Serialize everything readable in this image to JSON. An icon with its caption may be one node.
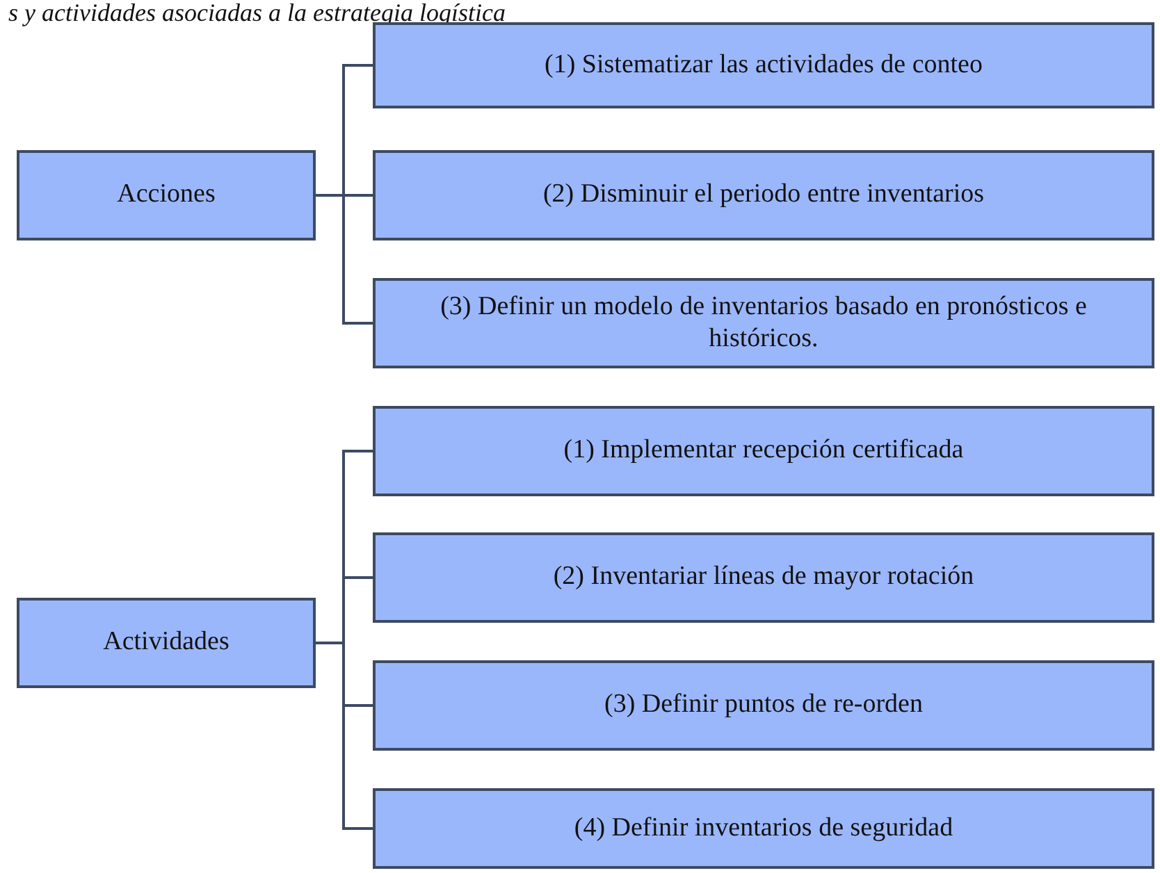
{
  "diagram": {
    "title": "s y actividades asociadas a la estrategia logística",
    "nodes": [
      {
        "text": [
          "Acciones"
        ]
      },
      {
        "text": [
          "(1) Sistematizar las actividades de conteo"
        ]
      },
      {
        "text": [
          "(2) Disminuir el periodo entre inventarios"
        ]
      },
      {
        "text": [
          "(3) Definir un modelo de inventarios basado en pronósticos e históricos."
        ]
      },
      {
        "text": [
          "Actividades"
        ]
      },
      {
        "text": [
          "(1) Implementar recepción certificada"
        ]
      },
      {
        "text": [
          "(2) Inventariar líneas de mayor rotación"
        ]
      },
      {
        "text": [
          "(3) Definir puntos de re-orden"
        ]
      },
      {
        "text": [
          "(4) Definir inventarios de seguridad"
        ]
      }
    ],
    "edges": [
      {
        "from": 0,
        "to": 1,
        "arrow": "none"
      },
      {
        "from": 0,
        "to": 2,
        "arrow": "none"
      },
      {
        "from": 0,
        "to": 3,
        "arrow": "none"
      },
      {
        "from": 4,
        "to": 5,
        "arrow": "none"
      },
      {
        "from": 4,
        "to": 6,
        "arrow": "none"
      },
      {
        "from": 4,
        "to": 7,
        "arrow": "none"
      },
      {
        "from": 4,
        "to": 8,
        "arrow": "none"
      }
    ]
  }
}
